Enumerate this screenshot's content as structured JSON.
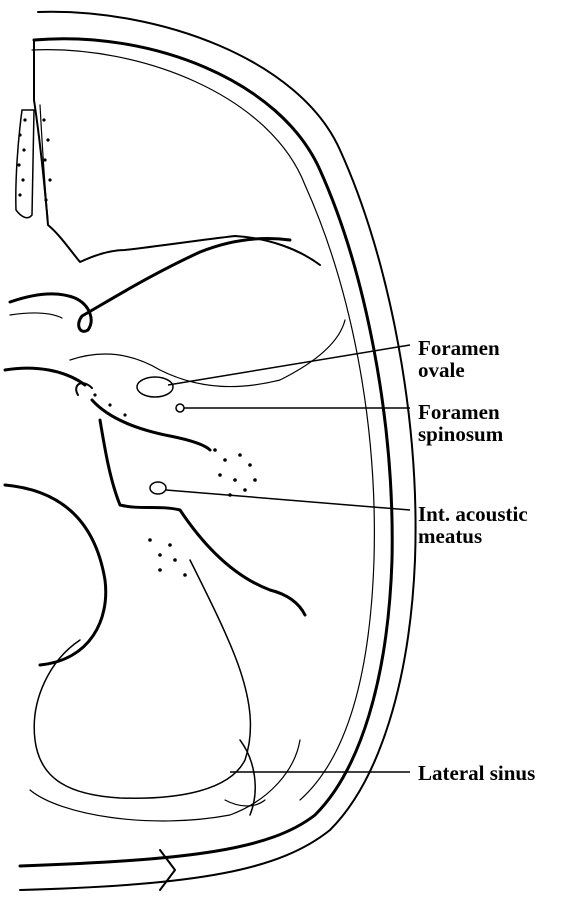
{
  "diagram": {
    "colors": {
      "ink": "#000000",
      "paper": "#ffffff"
    },
    "labels": {
      "foramen_ovale": {
        "line1": "Foramen",
        "line2": "ovale"
      },
      "foramen_spinosum": {
        "line1": "Foramen",
        "line2": "spinosum"
      },
      "int_acoustic_meatus": {
        "line1": "Int. acoustic",
        "line2": "meatus"
      },
      "lateral_sinus": {
        "line1": "Lateral sinus"
      }
    }
  }
}
